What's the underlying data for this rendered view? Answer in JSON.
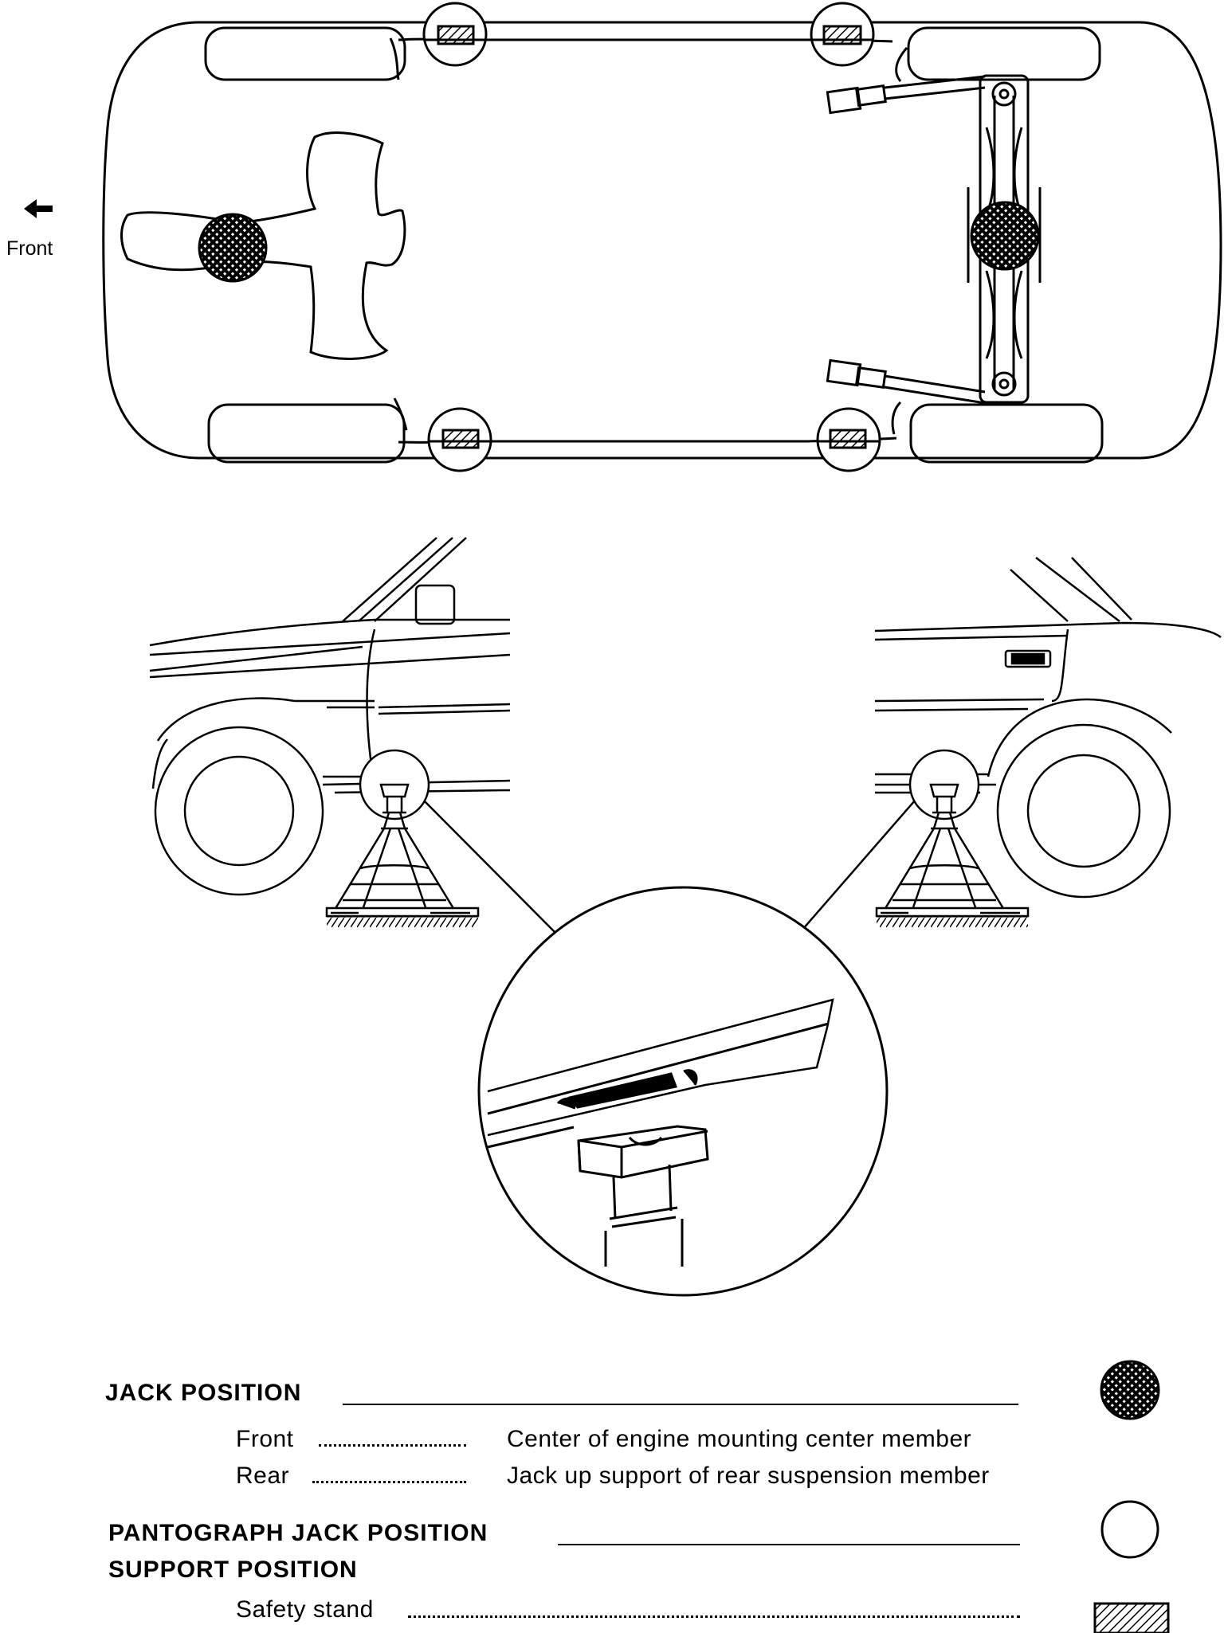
{
  "figure": {
    "front_label": "Front",
    "icons": [
      "front-arrow-icon",
      "jack-position-icon",
      "pantograph-jack-icon",
      "safety-stand-icon"
    ]
  },
  "legend": {
    "jack_position": {
      "heading": "JACK POSITION",
      "front_label": "Front",
      "front_desc": "Center of engine mounting center member",
      "rear_label": "Rear",
      "rear_desc": "Jack up support of rear suspension member"
    },
    "pantograph": {
      "heading": "PANTOGRAPH JACK POSITION"
    },
    "support": {
      "heading": "SUPPORT POSITION",
      "safety_stand_label": "Safety stand"
    }
  },
  "colors": {
    "ink": "#000000",
    "paper": "#ffffff"
  }
}
